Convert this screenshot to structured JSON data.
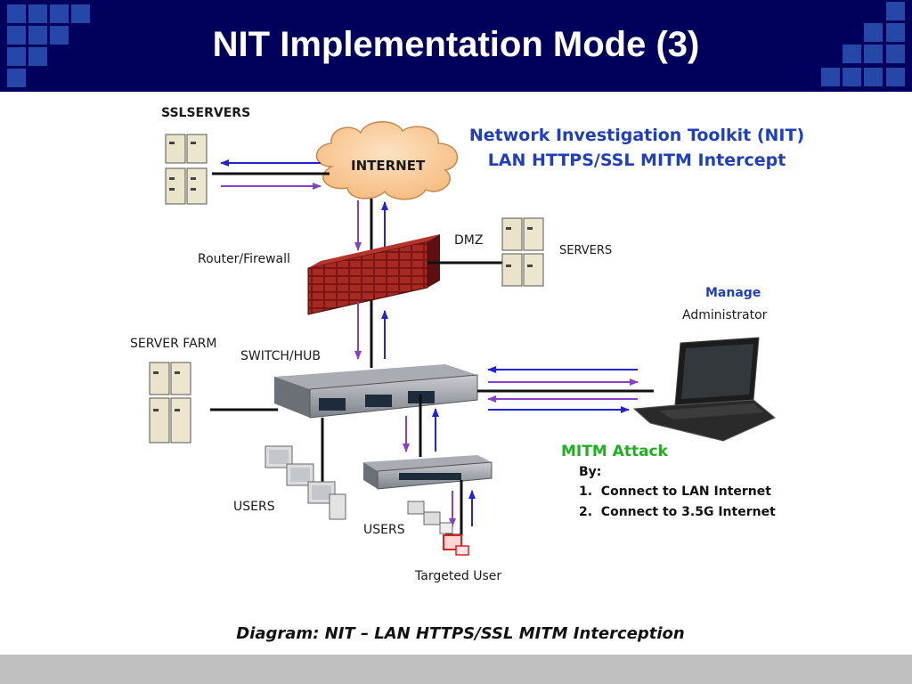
{
  "slide": {
    "title": "NIT Implementation Mode (3)"
  },
  "diagram": {
    "heading_line1": "Network Investigation Toolkit (NIT)",
    "heading_line2": "LAN HTTPS/SSL MITM Intercept",
    "labels": {
      "sslservers": "SSLSERVERS",
      "internet": "INTERNET",
      "dmz": "DMZ",
      "servers": "SERVERS",
      "router": "Router/Firewall",
      "server_farm": "SERVER FARM",
      "switch": "SWITCH/HUB",
      "users1": "USERS",
      "users2": "USERS",
      "targeted": "Targeted User",
      "manage": "Manage",
      "administrator": "Administrator"
    },
    "mitm": {
      "heading": "MITM Attack",
      "by": "By:",
      "items": [
        "1.  Connect to LAN Internet",
        "2.  Connect to 3.5G Internet"
      ]
    },
    "caption": "Diagram: NIT – LAN HTTPS/SSL MITM Interception"
  },
  "colors": {
    "header_bg": "#00005c",
    "accent_blue": "#1f3fbf",
    "mitm_green": "#1fb01f",
    "arrow_blue": "#2323d6",
    "arrow_purple": "#8a3fc8",
    "firewall": "#8b1a1a",
    "cloud": "#fcd2a3"
  }
}
